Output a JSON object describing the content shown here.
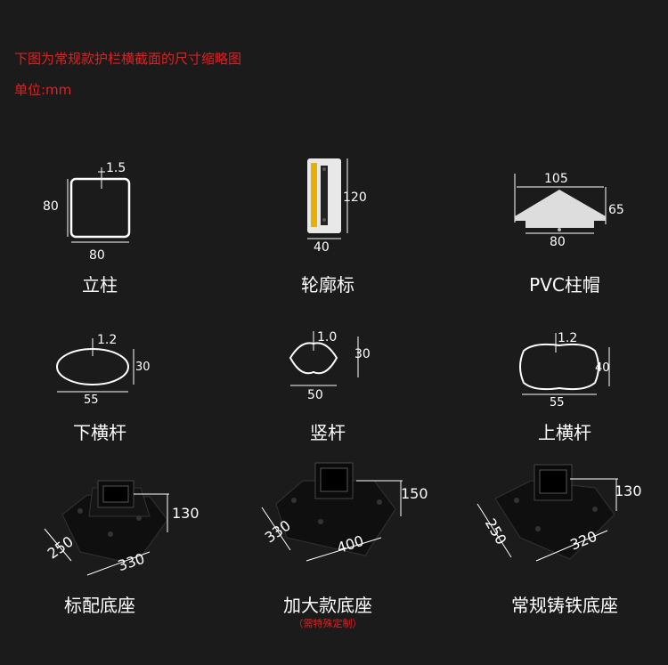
{
  "header": {
    "line1": "下图为常规款护栏横截面的尺寸缩略图",
    "line2": "单位:mm"
  },
  "items": [
    {
      "name": "立柱",
      "dims": [
        "1.5",
        "80",
        "80"
      ]
    },
    {
      "name": "轮廓标",
      "dims": [
        "120",
        "40"
      ]
    },
    {
      "name": "PVC柱帽",
      "dims": [
        "105",
        "65",
        "80"
      ]
    },
    {
      "name": "下横杆",
      "dims": [
        "1.2",
        "30",
        "55"
      ]
    },
    {
      "name": "竖杆",
      "dims": [
        "1.0",
        "30",
        "50"
      ]
    },
    {
      "name": "上横杆",
      "dims": [
        "1.2",
        "40",
        "55"
      ]
    },
    {
      "name": "标配底座",
      "dims": [
        "130",
        "250",
        "330"
      ]
    },
    {
      "name": "加大款底座",
      "note": "（需特殊定制）",
      "dims": [
        "150",
        "330",
        "400"
      ]
    },
    {
      "name": "常规铸铁底座",
      "dims": [
        "130",
        "250",
        "320"
      ]
    }
  ]
}
